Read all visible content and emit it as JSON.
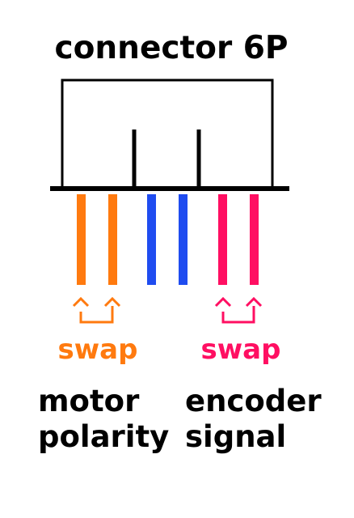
{
  "title": "connector 6P",
  "colors": {
    "motor": "#ff7a0f",
    "middle": "#1f4cf0",
    "encoder": "#ff0f62",
    "outline": "#000000"
  },
  "wires": [
    {
      "name": "motor-wire-1",
      "color": "#ff7a0f"
    },
    {
      "name": "motor-wire-2",
      "color": "#ff7a0f"
    },
    {
      "name": "middle-wire-1",
      "color": "#1f4cf0"
    },
    {
      "name": "middle-wire-2",
      "color": "#1f4cf0"
    },
    {
      "name": "encoder-wire-1",
      "color": "#ff0f62"
    },
    {
      "name": "encoder-wire-2",
      "color": "#ff0f62"
    }
  ],
  "groups": {
    "motor": {
      "swap_label": "swap",
      "desc_line1": "motor",
      "desc_line2": "polarity",
      "icon": "swap-arrows-icon"
    },
    "encoder": {
      "swap_label": "swap",
      "desc_line1": "encoder",
      "desc_line2": "signal",
      "icon": "swap-arrows-icon"
    }
  }
}
